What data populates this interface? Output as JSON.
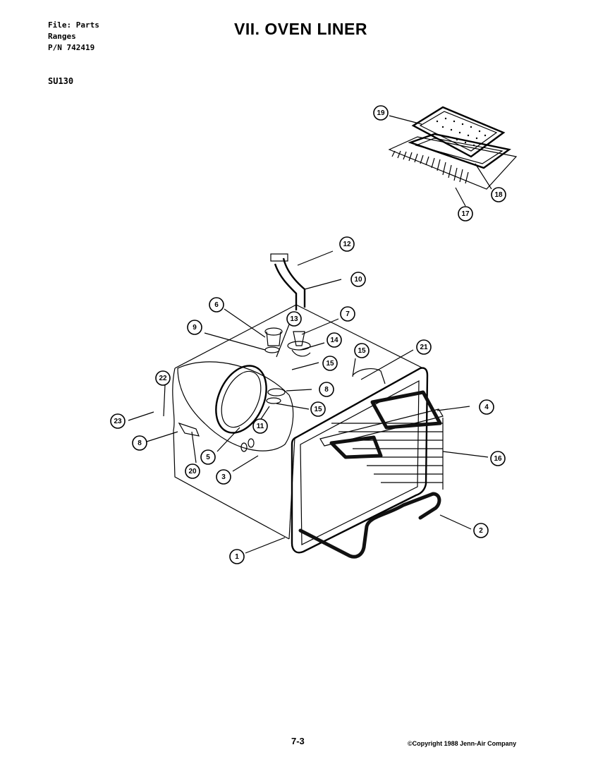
{
  "header": {
    "file_line": "File: Parts",
    "category_line": "Ranges",
    "part_number_line": "P/N 742419"
  },
  "title": "VII.  OVEN LINER",
  "model": "SU130",
  "footer": {
    "page_number": "7-3",
    "copyright": "©Copyright 1988 Jenn-Air Company"
  },
  "callouts": [
    "19",
    "18",
    "17",
    "12",
    "10",
    "6",
    "9",
    "13",
    "7",
    "14",
    "15",
    "15",
    "21",
    "22",
    "8",
    "15",
    "4",
    "23",
    "11",
    "8",
    "5",
    "16",
    "20",
    "3",
    "2",
    "1"
  ]
}
